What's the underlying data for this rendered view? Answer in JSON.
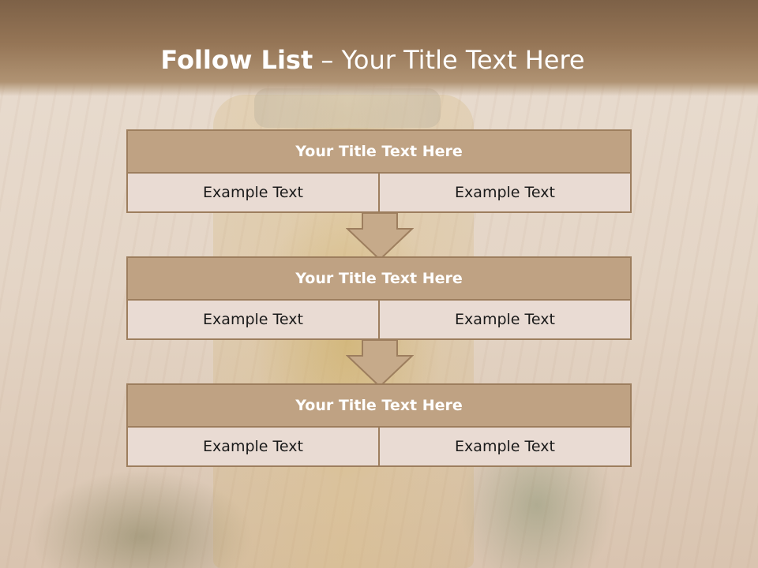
{
  "slide": {
    "title_bold": "Follow List",
    "title_rest": " – Your Title Text Here"
  },
  "steps": [
    {
      "title": "Your Title Text Here",
      "cells": [
        "Example Text",
        "Example Text"
      ]
    },
    {
      "title": "Your Title Text Here",
      "cells": [
        "Example Text",
        "Example Text"
      ]
    },
    {
      "title": "Your Title Text Here",
      "cells": [
        "Example Text",
        "Example Text"
      ]
    }
  ],
  "colors": {
    "header": "#8a6b4d",
    "box_title_fill": "#bfa283",
    "box_border": "#9d7e5e",
    "cell_fill": "#e9dbd3",
    "arrow_fill": "#c6aa8a"
  },
  "icons": {
    "arrow": "down-arrow-icon"
  }
}
